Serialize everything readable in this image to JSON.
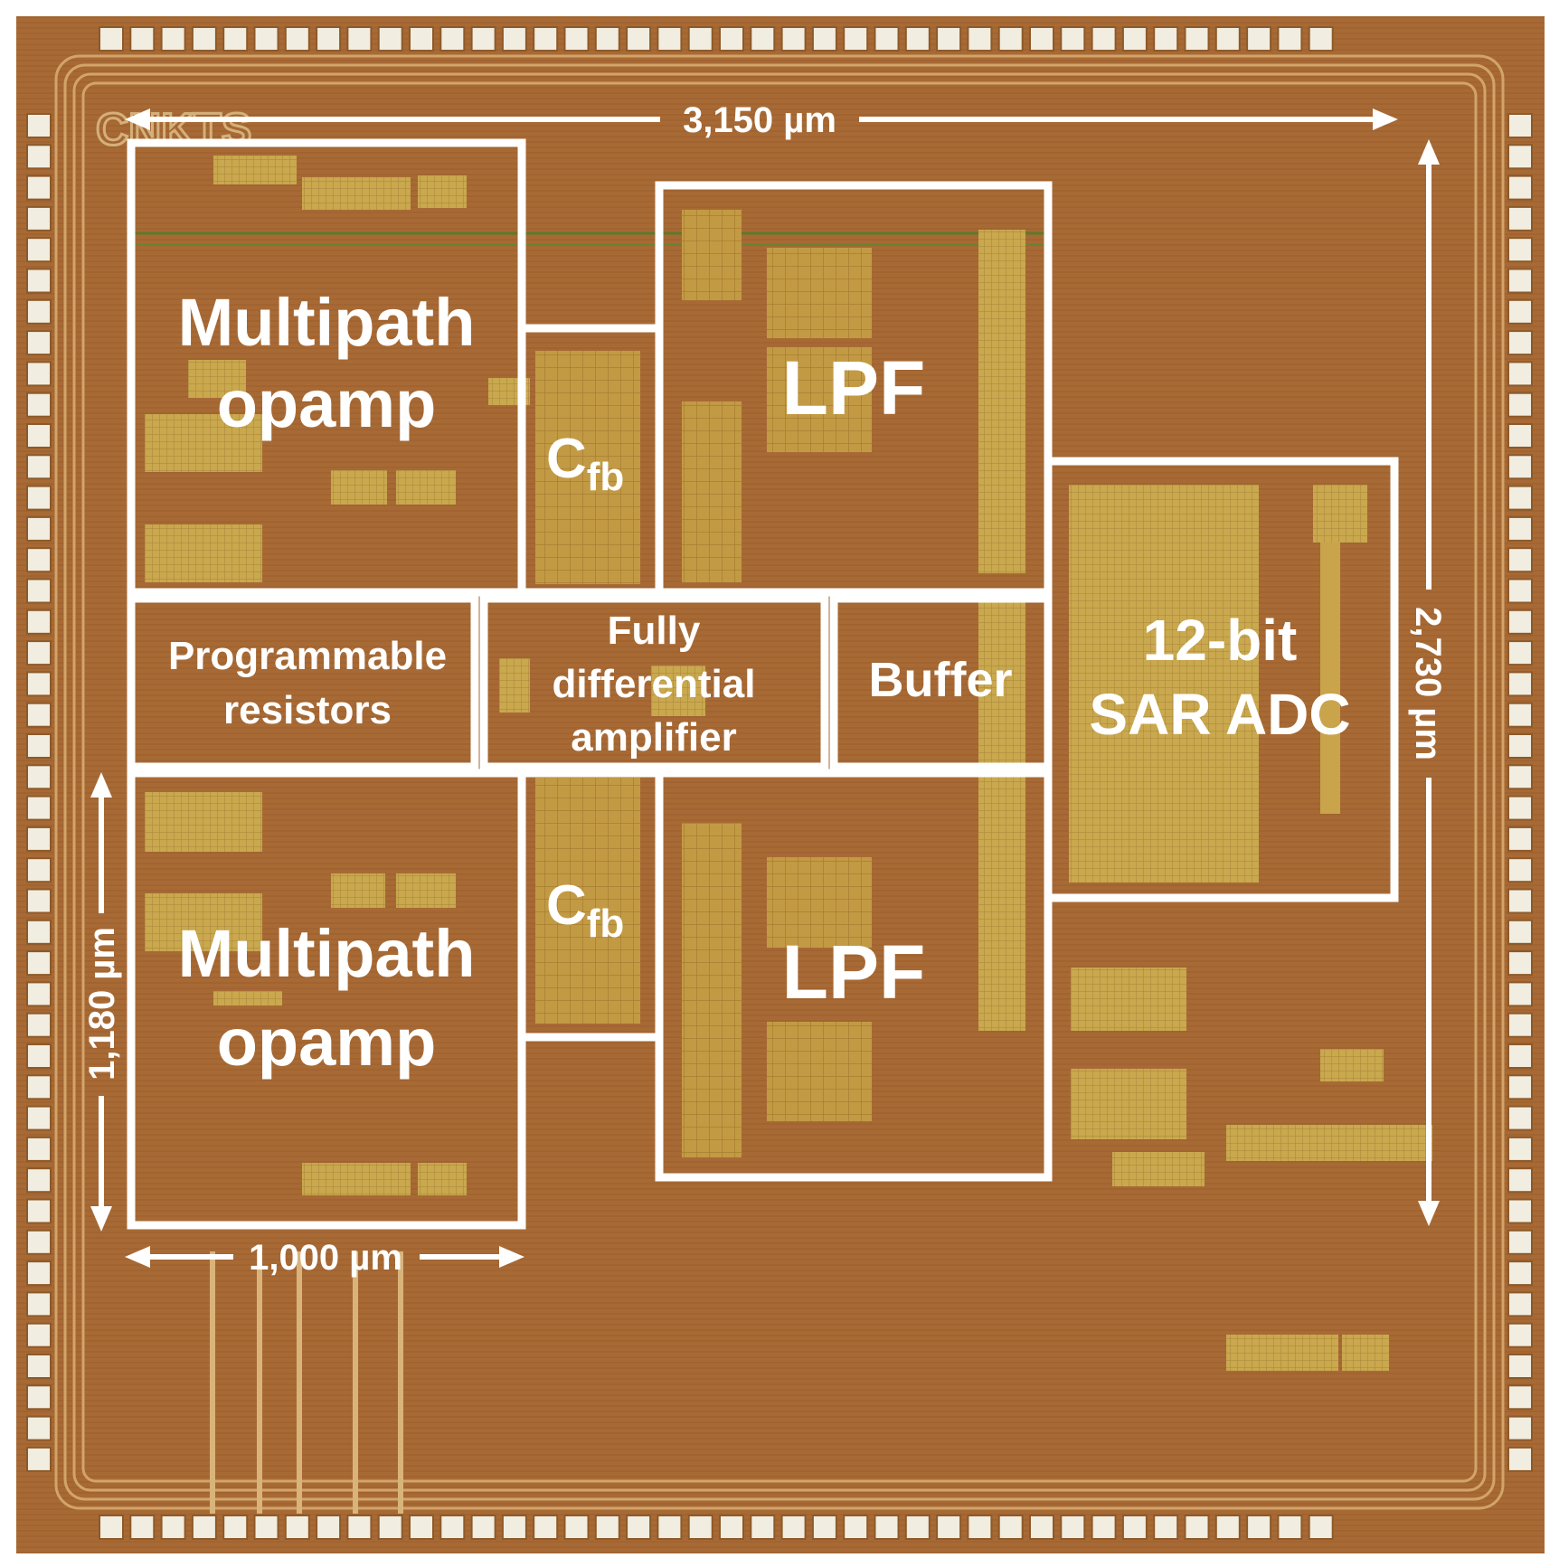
{
  "blocks": {
    "multipath_top": [
      "Multipath",
      "opamp"
    ],
    "multipath_bottom": [
      "Multipath",
      "opamp"
    ],
    "cfb_top": {
      "main": "C",
      "sub": "fb"
    },
    "cfb_bottom": {
      "main": "C",
      "sub": "fb"
    },
    "lpf_top": "LPF",
    "lpf_bottom": "LPF",
    "programmable_resistors": [
      "Programmable",
      "resistors"
    ],
    "fully_differential_amplifier": [
      "Fully",
      "differential",
      "amplifier"
    ],
    "buffer": "Buffer",
    "sar_adc": [
      "12-bit",
      "SAR ADC"
    ]
  },
  "dimensions": {
    "width_total": "3,150 µm",
    "height_total": "2,730 µm",
    "opamp_width": "1,000 µm",
    "opamp_height": "1,180 µm"
  },
  "watermark": "CNKTS",
  "colors": {
    "die_background": "#a86a35",
    "pad": "#f1ede0",
    "metal_fill": "#c9a44a",
    "outline": "#ffffff"
  }
}
